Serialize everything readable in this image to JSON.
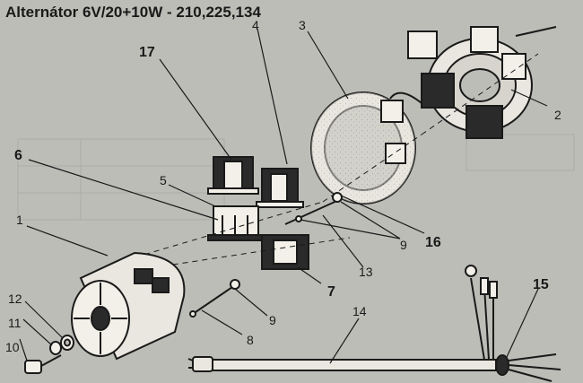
{
  "title": "Alternátor 6V/20+10W - 210,225,134",
  "callouts": [
    {
      "id": "1",
      "bold": false
    },
    {
      "id": "2",
      "bold": false
    },
    {
      "id": "3",
      "bold": false
    },
    {
      "id": "4",
      "bold": false
    },
    {
      "id": "5",
      "bold": false
    },
    {
      "id": "6",
      "bold": true
    },
    {
      "id": "7",
      "bold": true
    },
    {
      "id": "8",
      "bold": false
    },
    {
      "id": "9a",
      "text": "9",
      "bold": false
    },
    {
      "id": "9b",
      "text": "9",
      "bold": false
    },
    {
      "id": "10",
      "bold": false
    },
    {
      "id": "11",
      "bold": false
    },
    {
      "id": "12",
      "bold": false
    },
    {
      "id": "13",
      "bold": false
    },
    {
      "id": "14",
      "bold": false
    },
    {
      "id": "15",
      "bold": true
    },
    {
      "id": "16",
      "bold": true
    },
    {
      "id": "17",
      "bold": true
    }
  ],
  "labels": {
    "c1": "1",
    "c2": "2",
    "c3": "3",
    "c4": "4",
    "c5": "5",
    "c6": "6",
    "c7": "7",
    "c8": "8",
    "c9a": "9",
    "c9b": "9",
    "c10": "10",
    "c11": "11",
    "c12": "12",
    "c13": "13",
    "c14": "14",
    "c15": "15",
    "c16": "16",
    "c17": "17"
  }
}
